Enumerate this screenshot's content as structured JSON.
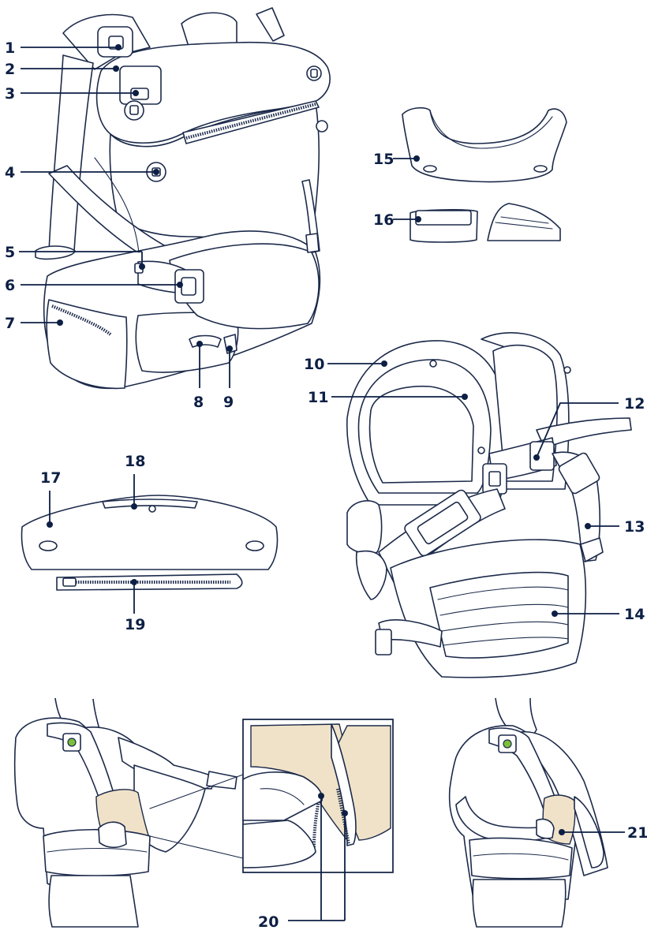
{
  "labels": [
    "1",
    "2",
    "3",
    "4",
    "5",
    "6",
    "7",
    "8",
    "9",
    "10",
    "11",
    "12",
    "13",
    "14",
    "15",
    "16",
    "17",
    "18",
    "19",
    "20",
    "21"
  ],
  "colors": {
    "ink": "#0d1f44",
    "line": "#1c2a4a",
    "fabric_insert": "#f0e2c8",
    "buckle_dot": "#7bbf3a",
    "background": "#ffffff"
  }
}
